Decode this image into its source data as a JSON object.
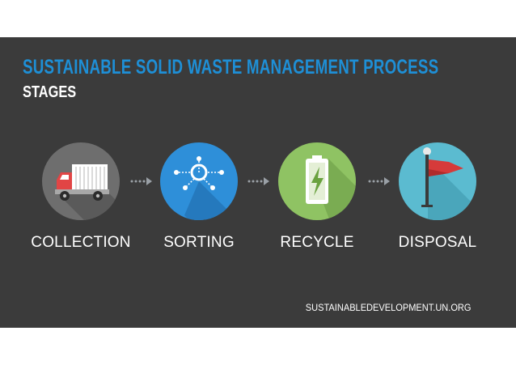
{
  "title": "SUSTAINABLE SOLID WASTE MANAGEMENT PROCESS",
  "subtitle": "STAGES",
  "stages": [
    {
      "label": "COLLECTION",
      "icon": "truck-icon",
      "color": "#6e6e6e"
    },
    {
      "label": "SORTING",
      "icon": "network-node-icon",
      "color": "#2e8fd9"
    },
    {
      "label": "RECYCLE",
      "icon": "battery-charging-icon",
      "color": "#8fc363"
    },
    {
      "label": "DISPOSAL",
      "icon": "flag-icon",
      "color": "#5bbbd0"
    }
  ],
  "footer": "SUSTAINABLEDEVELOPMENT.UN.ORG",
  "colors": {
    "background": "#3b3b3b",
    "title": "#1e8fd6",
    "arrow": "#9aa0a6"
  }
}
